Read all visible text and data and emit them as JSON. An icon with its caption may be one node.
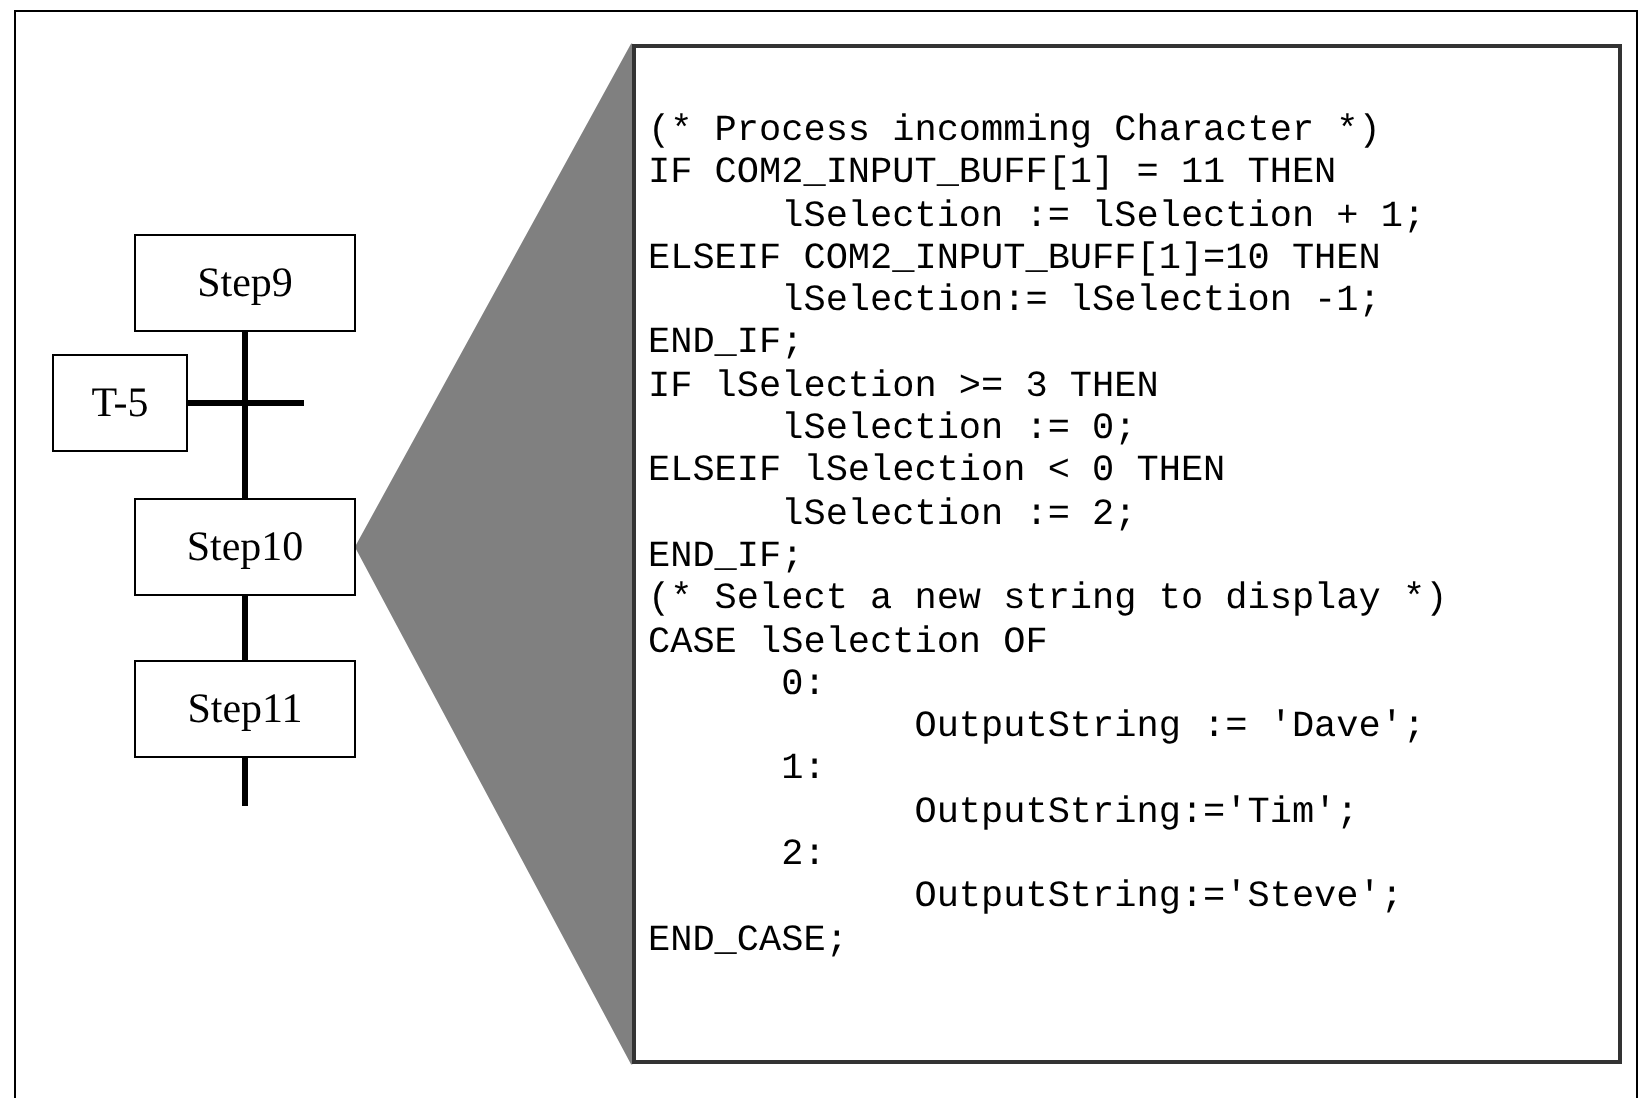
{
  "diagram": {
    "nodes": [
      {
        "text": [
          "Step9"
        ]
      },
      {
        "text": [
          "T-5"
        ]
      },
      {
        "text": [
          "Step10"
        ]
      },
      {
        "text": [
          "Step11"
        ]
      },
      {
        "text": [
          "(* Process incomming Character *)",
          "IF COM2_INPUT_BUFF[1] = 11 THEN",
          "      lSelection := lSelection + 1;",
          "ELSEIF COM2_INPUT_BUFF[1]=10 THEN",
          "      lSelection:= lSelection -1;",
          "END_IF;",
          "IF lSelection >= 3 THEN",
          "      lSelection := 0;",
          "ELSEIF lSelection < 0 THEN",
          "      lSelection := 2;",
          "END_IF;",
          "(* Select a new string to display *)",
          "CASE lSelection OF",
          "      0:",
          "            OutputString := 'Dave';",
          "      1:",
          "            OutputString:='Tim';",
          "      2:",
          "            OutputString:='Steve';",
          "END_CASE;"
        ]
      }
    ],
    "edges": [
      {
        "from": 0,
        "to": 2,
        "arrow": "none"
      },
      {
        "from": 1,
        "to": null,
        "arrow": "none"
      },
      {
        "from": 2,
        "to": 3,
        "arrow": "none"
      },
      {
        "from": 3,
        "to": null,
        "arrow": "none"
      },
      {
        "from": 2,
        "to": 4,
        "arrow": "none",
        "style": "thick",
        "color": "#808080"
      }
    ]
  }
}
